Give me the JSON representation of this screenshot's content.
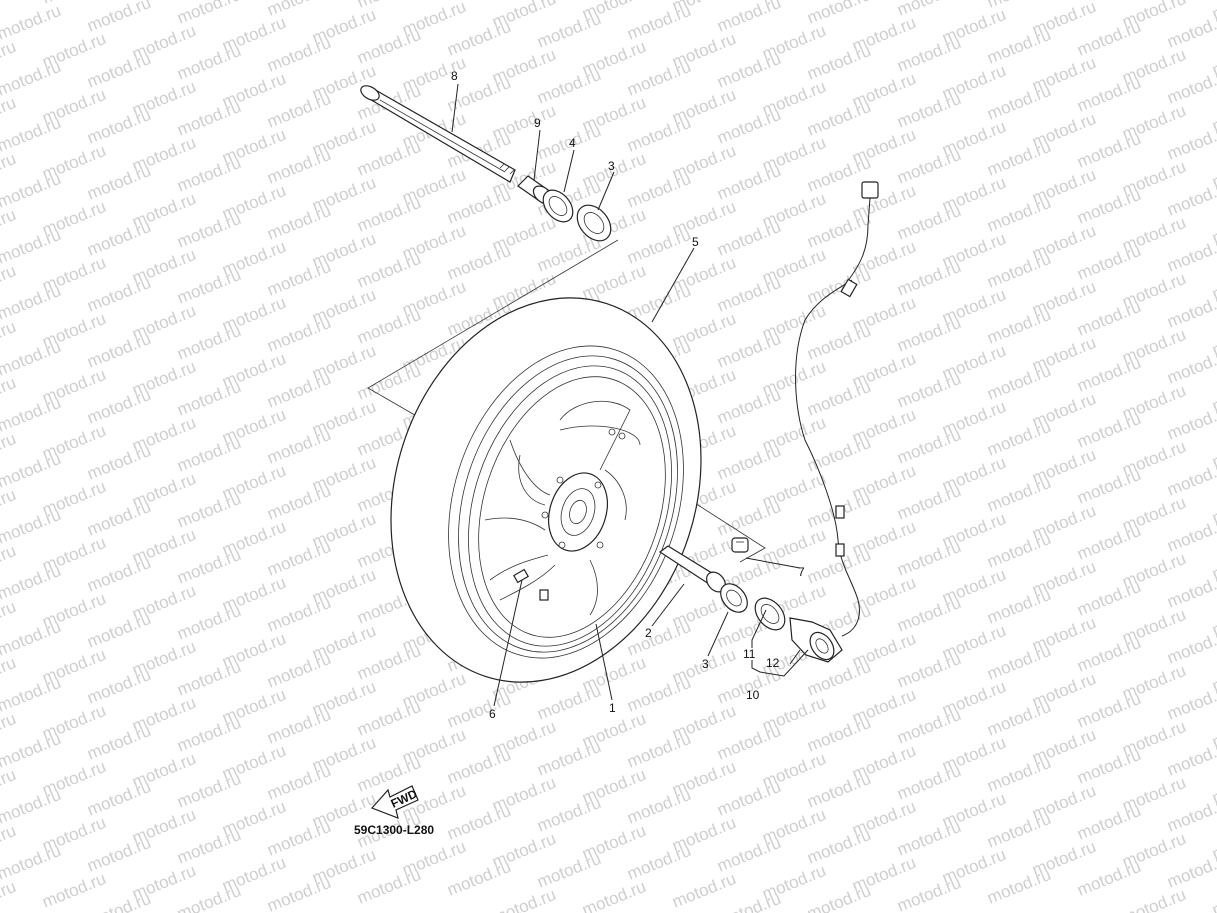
{
  "watermark": {
    "text": "motod.ru"
  },
  "callouts": {
    "c1": "1",
    "c2": "2",
    "c3a": "3",
    "c3b": "3",
    "c4": "4",
    "c5": "5",
    "c6": "6",
    "c7": "7",
    "c8": "8",
    "c9": "9",
    "c10": "10",
    "c11": "11",
    "c12": "12"
  },
  "fwd": {
    "label": "FWD"
  },
  "diagram_code": "59C1300-L280"
}
